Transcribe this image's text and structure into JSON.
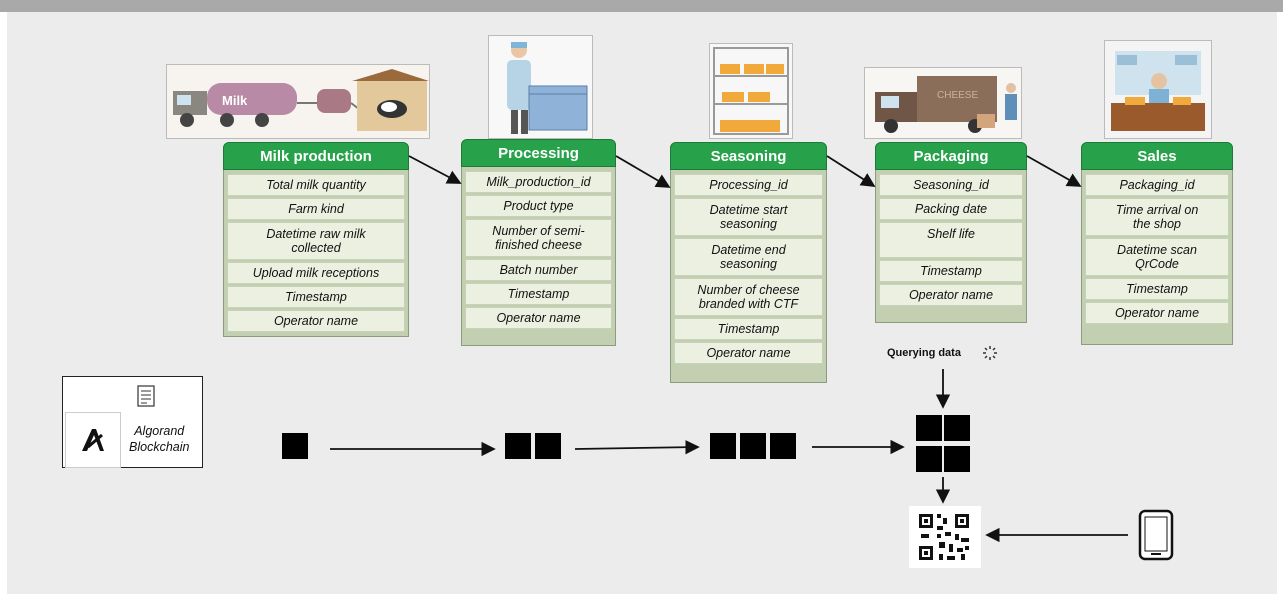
{
  "stages": [
    {
      "name": "Milk production",
      "fields": [
        "Total milk quantity",
        "Farm kind",
        "Datetime raw milk collected",
        "Upload milk receptions",
        "Timestamp",
        "Operator name"
      ]
    },
    {
      "name": "Processing",
      "fields": [
        "Milk_production_id",
        "Product type",
        "Number of semi-finished cheese",
        "Batch number",
        "Timestamp",
        "Operator name"
      ]
    },
    {
      "name": "Seasoning",
      "fields": [
        "Processing_id",
        "Datetime start seasoning",
        "Datetime end seasoning",
        "Number of cheese branded with CTF",
        "Timestamp",
        "Operator name"
      ]
    },
    {
      "name": "Packaging",
      "fields": [
        "Seasoning_id",
        "Packing date",
        "Shelf life",
        "Timestamp",
        "Operator name"
      ]
    },
    {
      "name": "Sales",
      "fields": [
        "Packaging_id",
        "Time arrival on the shop",
        "Datetime scan QrCode",
        "Timestamp",
        "Operator name"
      ]
    }
  ],
  "illustrations": {
    "milk_truck_text": "Milk",
    "packaging_truck_text": "CHEESE"
  },
  "legend": {
    "line1": "Algorand",
    "line2": "Blockchain"
  },
  "querying_label": "Querying data",
  "colors": {
    "header_green": "#27a24a",
    "body_green": "#c2cfb0",
    "field_bg": "#ebf0e0",
    "block": "#000000"
  }
}
